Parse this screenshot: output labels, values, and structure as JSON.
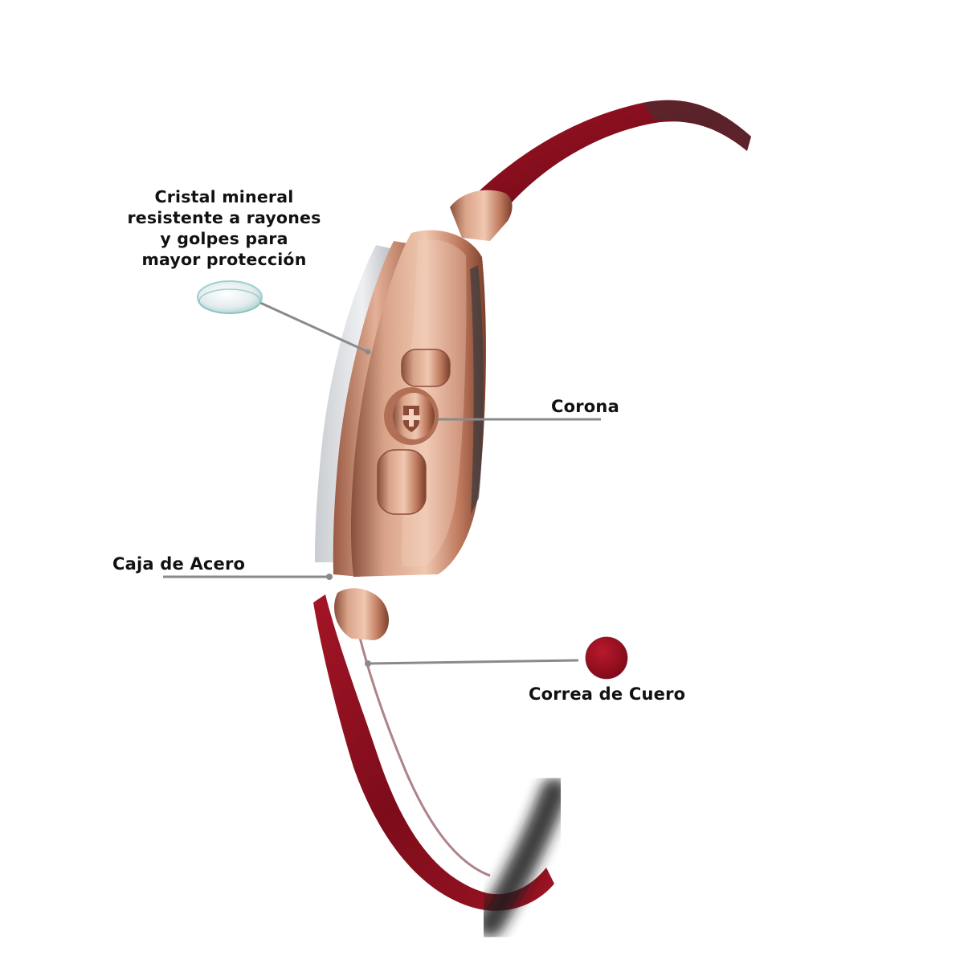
{
  "callouts": {
    "crystal": {
      "lines": [
        "Cristal mineral",
        "resistente a rayones",
        "y golpes para",
        "mayor protección"
      ]
    },
    "crown": {
      "label": "Corona"
    },
    "case": {
      "label": "Caja de Acero"
    },
    "strap": {
      "label": "Correa de Cuero"
    }
  },
  "colors": {
    "background": "#ffffff",
    "rose_gold": "#c8866a",
    "strap_red": "#8e1020",
    "swatch_red": "#9c0f22",
    "leader_line": "#8a8a8a",
    "text": "#111111"
  },
  "icons": {
    "crystal_swatch": "glass-lens-icon",
    "strap_swatch": "red-leather-swatch-icon",
    "crown_logo": "swiss-cross-shield-icon"
  }
}
